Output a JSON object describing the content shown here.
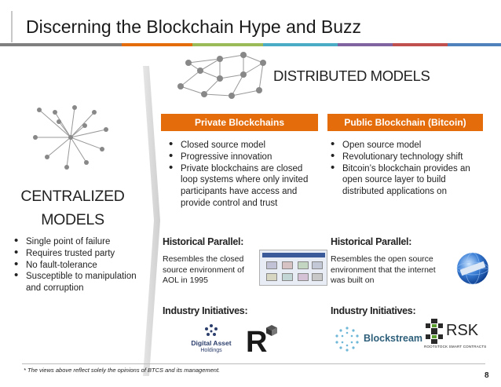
{
  "title": "Discerning the Blockchain Hype and Buzz",
  "title_bar_colors": [
    "#7f7f7f",
    "#e46c0a",
    "#9bbb59",
    "#4bacc6",
    "#8064a2",
    "#c0504d",
    "#4f81bd"
  ],
  "distributed": {
    "title": "DISTRIBUTED MODELS",
    "private": {
      "header": "Private Blockchains",
      "bullets": [
        "Closed source model",
        "Progressive innovation",
        "Private blockchains are closed loop systems where only invited participants have access and provide control and trust"
      ],
      "parallel_heading": "Historical Parallel:",
      "parallel_text": "Resembles the closed source environment of AOL in 1995",
      "initiatives_heading": "Industry Initiatives:",
      "logo_digital_asset": "Digital Asset",
      "logo_holdings": "Holdings",
      "logo_r3": "R"
    },
    "public": {
      "header": "Public Blockchain (Bitcoin)",
      "bullets": [
        "Open source model",
        "Revolutionary technology shift",
        "Bitcoin’s blockchain provides an open source layer to build distributed applications on"
      ],
      "parallel_heading": "Historical Parallel:",
      "parallel_text": "Resembles the open source environment that the internet was built on",
      "initiatives_heading": "Industry Initiatives:",
      "logo_blockstream": "Blockstream",
      "logo_rsk": "RSK",
      "logo_rsk_sub": "ROOTSTOCK SMART CONTRACTS"
    }
  },
  "centralized": {
    "title_line1": "CENTRALIZED",
    "title_line2": "MODELS",
    "bullets": [
      "Single point of failure",
      "Requires trusted party",
      "No fault-tolerance",
      "Susceptible to manipulation and corruption"
    ]
  },
  "colors": {
    "accent": "#e46c0a",
    "network_node": "#888888"
  },
  "footnote": "* The views above reflect solely the opinions of BTCS and its management.",
  "page_number": "8"
}
